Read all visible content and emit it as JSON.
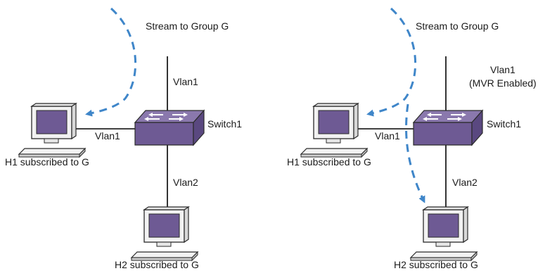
{
  "left_panel": {
    "stream_label": "Stream to Group G",
    "uplink_vlan_label": "Vlan1",
    "switch_label": "Switch1",
    "h1_link_label": "Vlan1",
    "h1_caption": "H1 subscribed to G",
    "h2_link_label": "Vlan2",
    "h2_caption": "H2 subscribed to G"
  },
  "right_panel": {
    "stream_label": "Stream to Group G",
    "uplink_vlan_label": "Vlan1",
    "uplink_vlan_note": "(MVR Enabled)",
    "switch_label": "Switch1",
    "h1_link_label": "Vlan1",
    "h1_caption": "H1 subscribed to G",
    "h2_link_label": "Vlan2",
    "h2_caption": "H2 subscribed to G"
  },
  "colors": {
    "stream_arrow": "#3f86c9",
    "device_purple": "#6e5a94",
    "device_outline": "#2b2b2b",
    "link_line": "#000000"
  },
  "icons": [
    "switch-icon",
    "computer-icon"
  ]
}
